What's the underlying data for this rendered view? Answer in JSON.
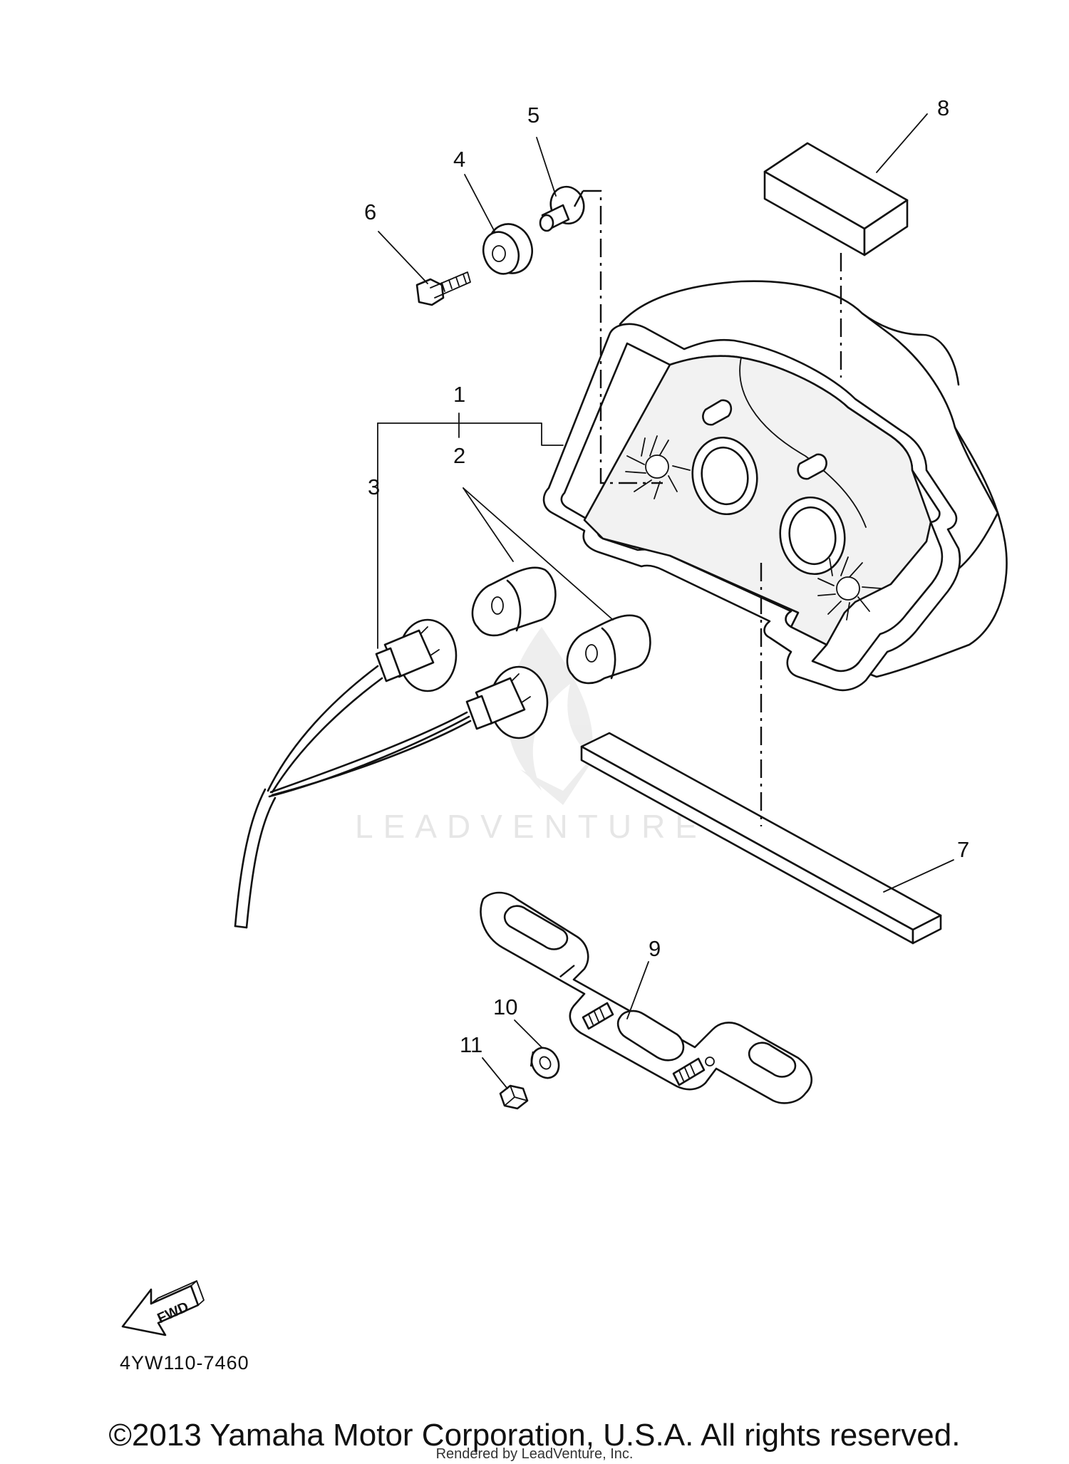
{
  "callouts": [
    "1",
    "2",
    "3",
    "4",
    "5",
    "6",
    "7",
    "8",
    "9",
    "10",
    "11"
  ],
  "fwd_label": "FWD",
  "diagram_code": "4YW110-7460",
  "watermark": "LEADVENTURE",
  "copyright": "©2013 Yamaha Motor Corporation, U.S.A. All rights reserved.",
  "rendered_by": "Rendered by LeadVenture, Inc."
}
